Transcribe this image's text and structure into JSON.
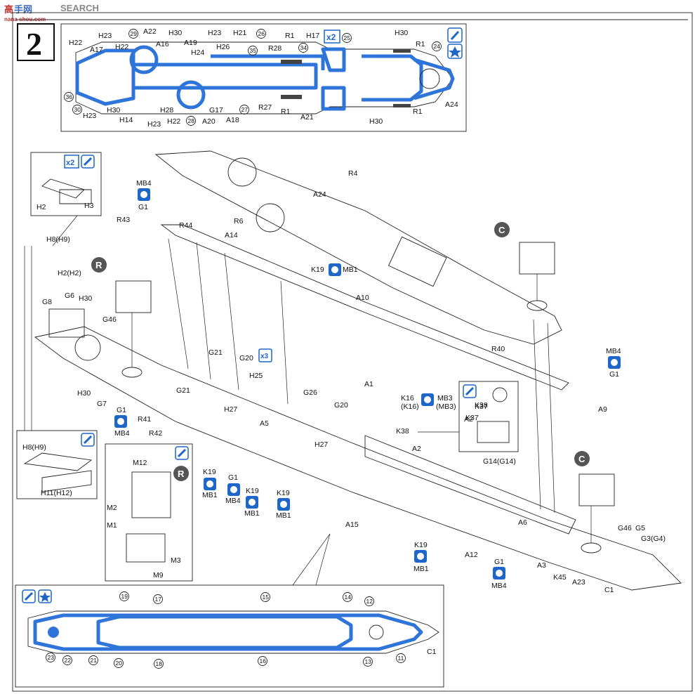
{
  "watermark": {
    "top": "SEARCH",
    "bottom": "nana-shou.com"
  },
  "step": {
    "number": "2",
    "multiplier": "x2",
    "multiplier_small": "x3"
  },
  "colors": {
    "paint_blue": "#2f74d8",
    "ink": "#111111",
    "badge_bg": "#1e66c8"
  },
  "icons": [
    "paint-brush-icon",
    "star-icon",
    "decal-badge-icon",
    "circle-letter-icon"
  ],
  "top_panel_labels": {
    "left": [
      "H22",
      "A17",
      "H23",
      "H22",
      "A22",
      "A16",
      "H30",
      "A19",
      "H24",
      "H23",
      "H26",
      "H21",
      "R28",
      "R1",
      "H17",
      "H30",
      "R1",
      "H30",
      "H23",
      "H14",
      "H23",
      "H28",
      "H22",
      "G17",
      "A20",
      "A18",
      "R27",
      "R1",
      "A21",
      "H30",
      "R1",
      "A24"
    ],
    "numbers": [
      "29",
      "26",
      "35",
      "34",
      "25",
      "24",
      "36",
      "30",
      "28",
      "27"
    ]
  },
  "main_labels": [
    "MB4",
    "G1",
    "R43",
    "R44",
    "A14",
    "R6",
    "A24",
    "R4",
    "K19",
    "MB1",
    "A10",
    "R40",
    "MB4",
    "G1",
    "A9",
    "G21",
    "G20",
    "H25",
    "G26",
    "G20",
    "A1",
    "K16",
    "(K16)",
    "MB3",
    "(MB3)",
    "K38",
    "K38",
    "K37",
    "A2",
    "G14(G14)",
    "G21",
    "H27",
    "A5",
    "H27",
    "G1",
    "MB4",
    "R41",
    "R42",
    "K19",
    "MB1",
    "G1",
    "MB4",
    "K19",
    "MB1",
    "K19",
    "MB1",
    "A15",
    "K19",
    "MB1",
    "A12",
    "A6",
    "G1",
    "MB4",
    "A3",
    "K45",
    "A23",
    "G46",
    "G5",
    "G3(G4)",
    "C1"
  ],
  "left_labels": [
    "H2",
    "H3",
    "H8(H9)",
    "H2(H2)",
    "G8",
    "G6",
    "H30",
    "G46",
    "H30",
    "G7",
    "H8(H9)",
    "H11(H12)"
  ],
  "insert_labels": [
    "M12",
    "M2",
    "M1",
    "M3",
    "M9"
  ],
  "circle_letters": [
    "R",
    "C",
    "C",
    "R"
  ],
  "bottom_panel_labels": {
    "numbers": [
      "19",
      "17",
      "15",
      "14",
      "12",
      "23",
      "22",
      "21",
      "20",
      "18",
      "16",
      "13",
      "11"
    ],
    "part": "C1"
  }
}
